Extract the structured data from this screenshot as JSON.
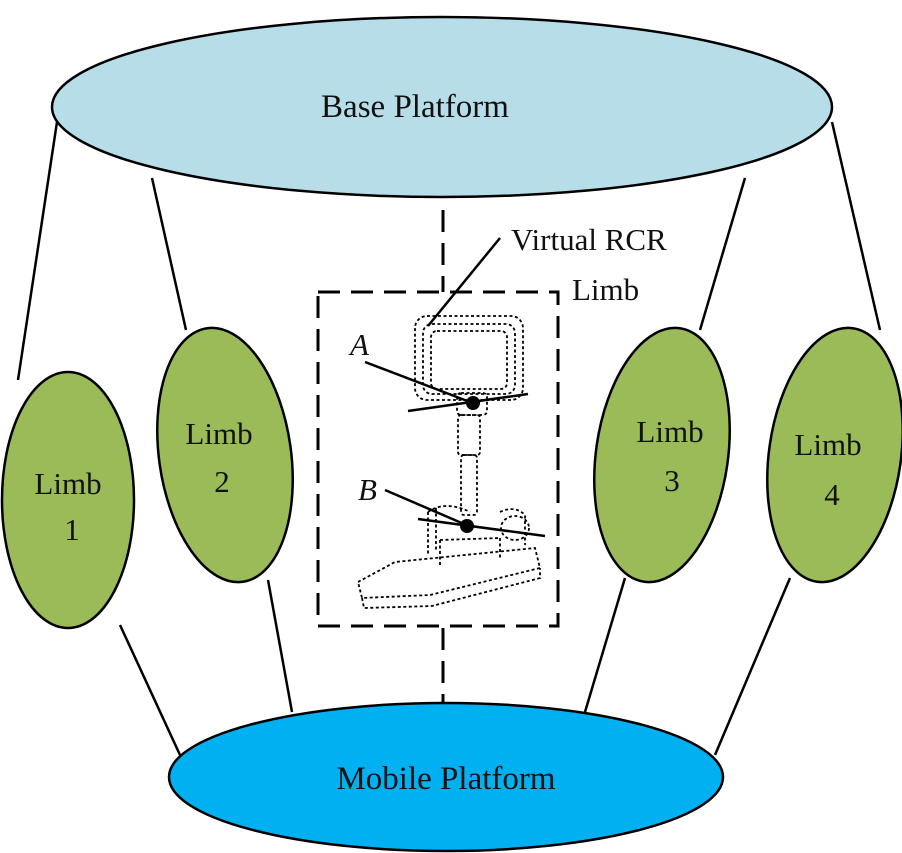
{
  "base_platform": {
    "label": "Base Platform",
    "color": "#b7dde8"
  },
  "mobile_platform": {
    "label": "Mobile Platform",
    "color": "#00b0f0"
  },
  "limbs": [
    {
      "line1": "Limb",
      "line2": "1"
    },
    {
      "line1": "Limb",
      "line2": "2"
    },
    {
      "line1": "Limb",
      "line2": "3"
    },
    {
      "line1": "Limb",
      "line2": "4"
    }
  ],
  "limb_color": "#9bbb59",
  "virtual_limb": {
    "line1": "Virtual RCR",
    "line2": "Limb"
  },
  "point_a": "A",
  "point_b": "B"
}
